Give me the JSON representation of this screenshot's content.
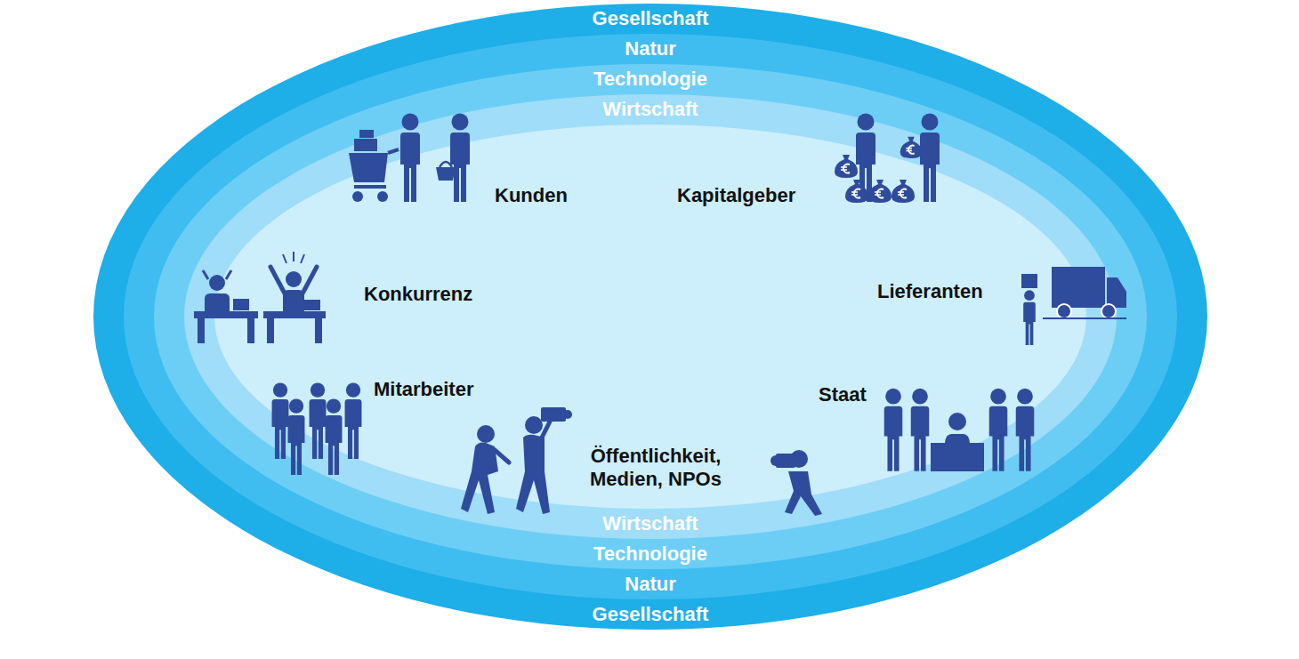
{
  "diagram": {
    "nodes": [
      {
        "text": [
          "Gesellschaft",
          "Gesellschaft"
        ]
      },
      {
        "text": [
          "Natur",
          "Natur"
        ],
        "in": 0
      },
      {
        "text": [
          "Technologie",
          "Technologie"
        ],
        "in": 1
      },
      {
        "text": [
          "Wirtschaft",
          "Wirtschaft"
        ],
        "in": 2
      }
    ],
    "labels": [
      "Kunden",
      "Kapitalgeber",
      "Konkurrenz",
      "Lieferanten",
      "Mitarbeiter",
      "Staat",
      "Öffentlichkeit, Medien, NPOs"
    ]
  }
}
